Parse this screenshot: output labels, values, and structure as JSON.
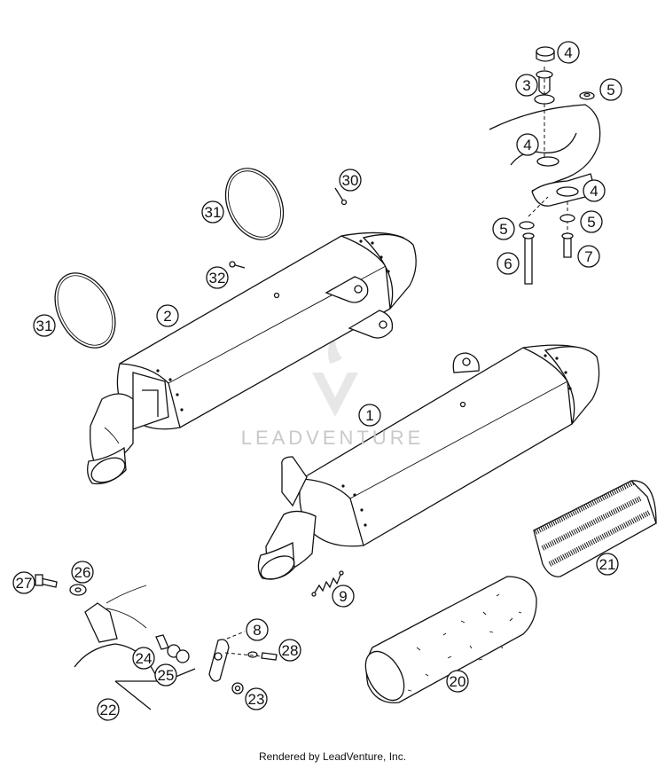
{
  "watermark_text": "LEADVENTURE",
  "footer_text": "Rendered by LeadVenture, Inc.",
  "callouts": [
    {
      "id": "c1",
      "label": "1"
    },
    {
      "id": "c2",
      "label": "2"
    },
    {
      "id": "c3",
      "label": "3"
    },
    {
      "id": "c4a",
      "label": "4"
    },
    {
      "id": "c4b",
      "label": "4"
    },
    {
      "id": "c4c",
      "label": "4"
    },
    {
      "id": "c5a",
      "label": "5"
    },
    {
      "id": "c5b",
      "label": "5"
    },
    {
      "id": "c5c",
      "label": "5"
    },
    {
      "id": "c6",
      "label": "6"
    },
    {
      "id": "c7",
      "label": "7"
    },
    {
      "id": "c8",
      "label": "8"
    },
    {
      "id": "c9",
      "label": "9"
    },
    {
      "id": "c20",
      "label": "20"
    },
    {
      "id": "c21",
      "label": "21"
    },
    {
      "id": "c22",
      "label": "22"
    },
    {
      "id": "c23",
      "label": "23"
    },
    {
      "id": "c24",
      "label": "24"
    },
    {
      "id": "c25",
      "label": "25"
    },
    {
      "id": "c26",
      "label": "26"
    },
    {
      "id": "c27",
      "label": "27"
    },
    {
      "id": "c28",
      "label": "28"
    },
    {
      "id": "c30",
      "label": "30"
    },
    {
      "id": "c31a",
      "label": "31"
    },
    {
      "id": "c31b",
      "label": "31"
    },
    {
      "id": "c32",
      "label": "32"
    }
  ]
}
